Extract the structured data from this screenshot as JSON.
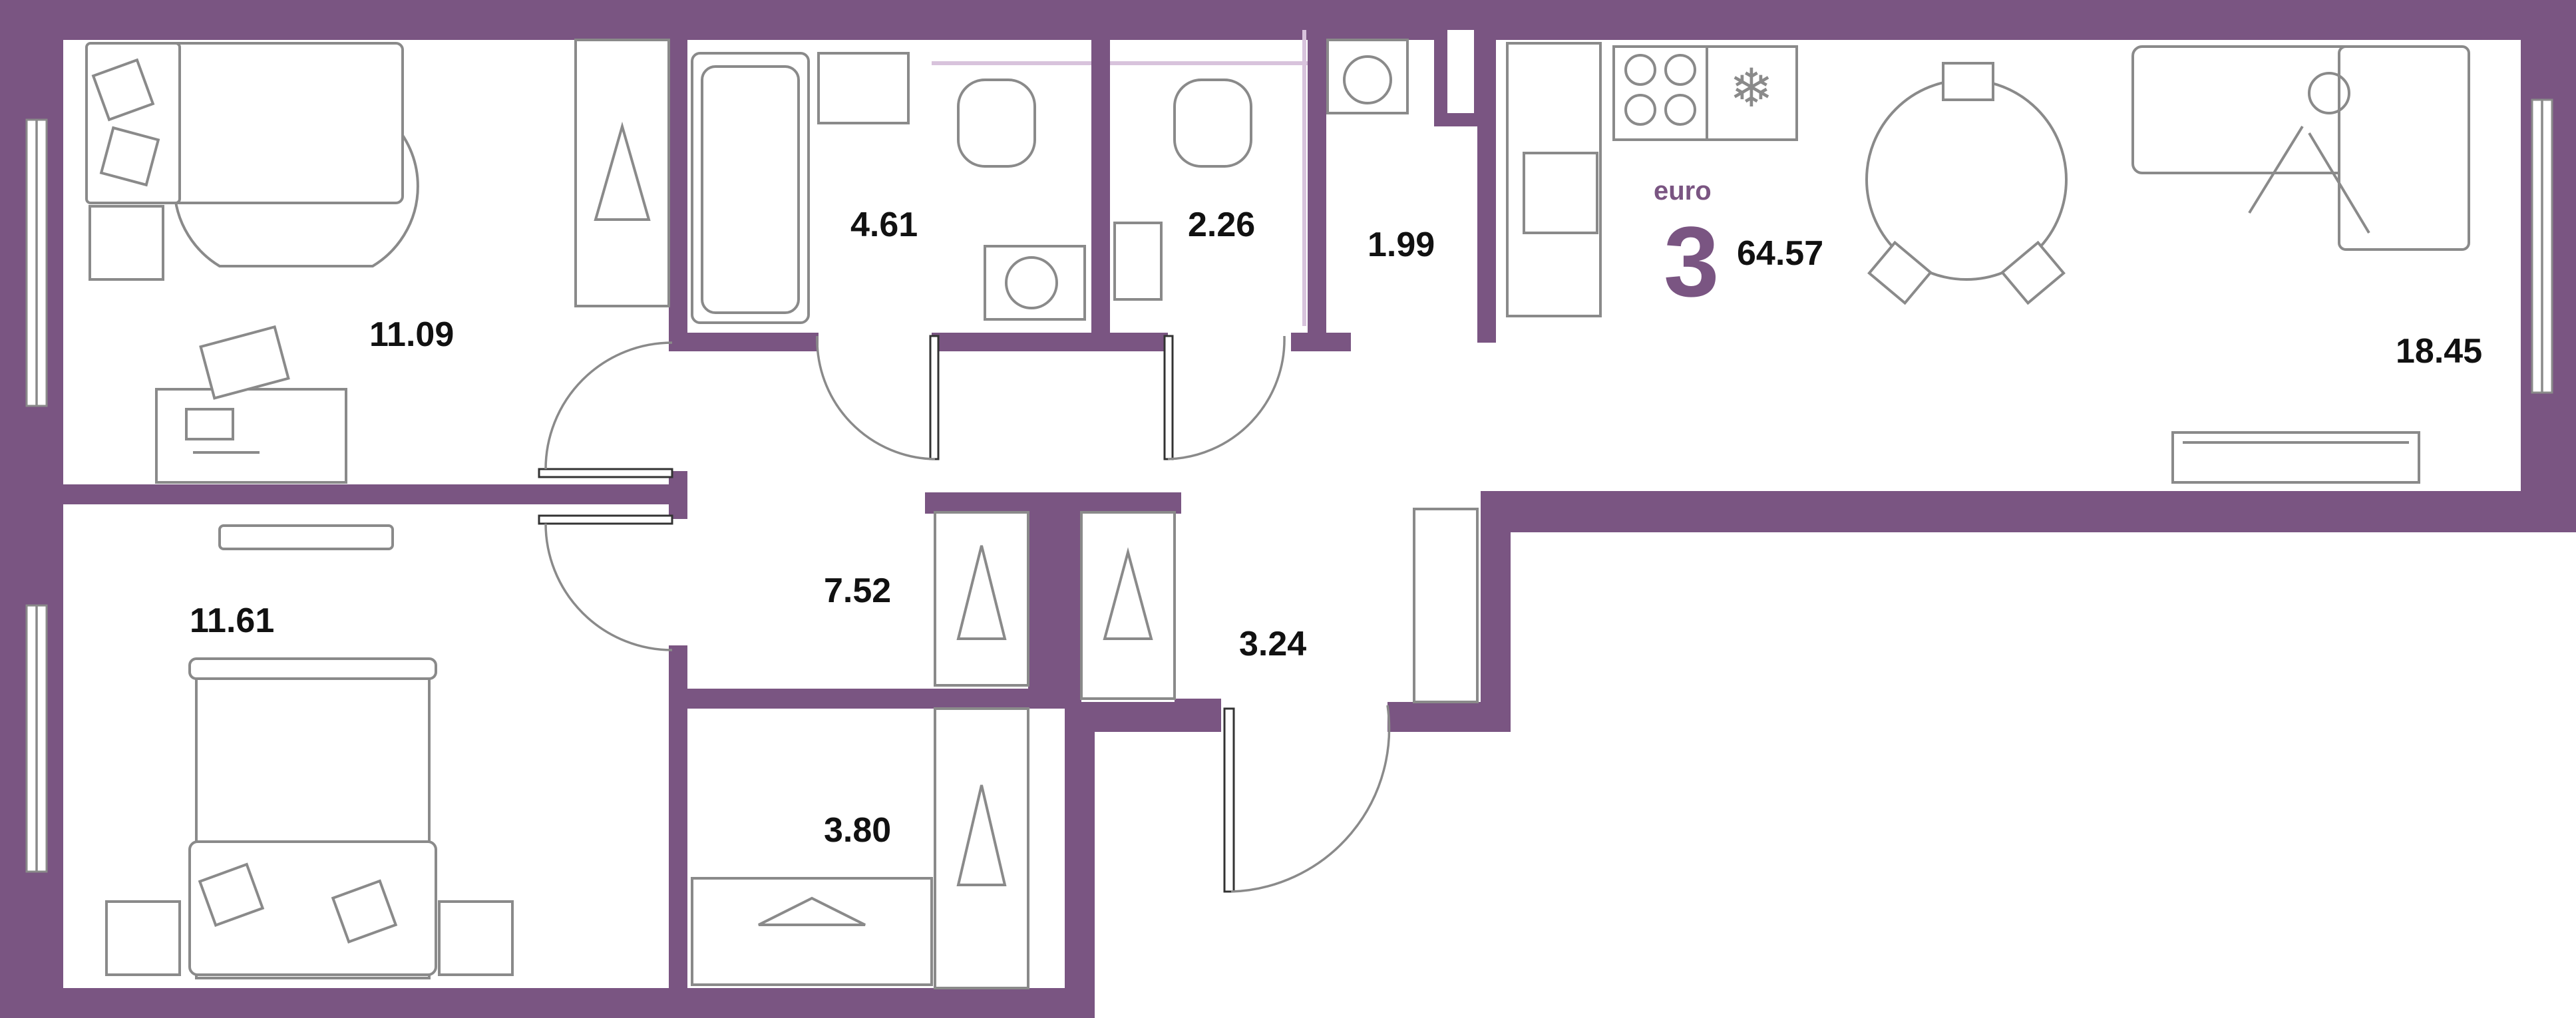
{
  "plan": {
    "format_label": "euro",
    "room_count": "3",
    "total_area": "64.57",
    "accent_color": "#7a5582",
    "rooms": [
      {
        "id": "bedroom-top-left",
        "area": "11.09"
      },
      {
        "id": "bathroom",
        "area": "4.61"
      },
      {
        "id": "toilet",
        "area": "2.26"
      },
      {
        "id": "laundry-closet",
        "area": "1.99"
      },
      {
        "id": "kitchen-living",
        "area": "18.45"
      },
      {
        "id": "bedroom-bottom-left",
        "area": "11.61"
      },
      {
        "id": "hallway",
        "area": "7.52"
      },
      {
        "id": "entrance-hall",
        "area": "3.24"
      },
      {
        "id": "wardrobe",
        "area": "3.80"
      }
    ]
  }
}
